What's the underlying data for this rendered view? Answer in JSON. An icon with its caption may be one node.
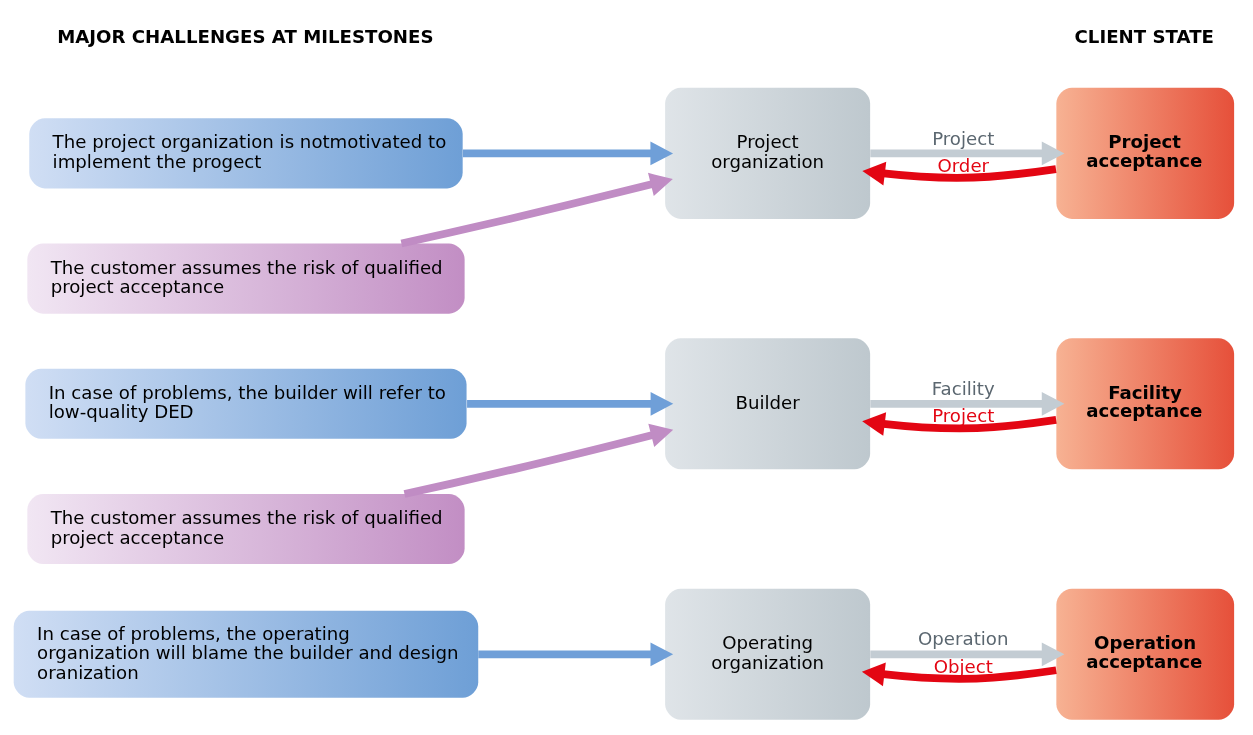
{
  "diagram": {
    "nodes": [
      {
        "text": [
          "Project acceptance"
        ]
      },
      {
        "text": [
          "Project organization"
        ]
      },
      {
        "text": [
          "The project organization is notmotivated to implement the progect"
        ]
      },
      {
        "text": [
          "The customer assumes the risk of qualified project acceptance"
        ]
      },
      {
        "text": [
          "Facility acceptance"
        ]
      },
      {
        "text": [
          "Builder"
        ]
      },
      {
        "text": [
          "In case of problems, the builder will refer to low-quality DED"
        ]
      },
      {
        "text": [
          "The customer assumes the risk of qualified project acceptance"
        ]
      },
      {
        "text": [
          "Operation acceptance"
        ]
      },
      {
        "text": [
          "Operating organization"
        ]
      },
      {
        "text": [
          "In case of problems, the operating organization will blame the builder and design oranization"
        ]
      }
    ],
    "edges": [
      {
        "from": 0,
        "to": 1,
        "arrow": "to",
        "label": "Order",
        "color": "#e30613"
      },
      {
        "from": 1,
        "to": 0,
        "arrow": "to",
        "label": "Project",
        "color": "#c3ccd3"
      },
      {
        "from": 2,
        "to": 1,
        "arrow": "to",
        "color": "#6f9fd8"
      },
      {
        "from": 3,
        "to": 1,
        "arrow": "to",
        "color": "#c08cc4"
      },
      {
        "from": 4,
        "to": 5,
        "arrow": "to",
        "label": "Project",
        "color": "#e30613"
      },
      {
        "from": 5,
        "to": 4,
        "arrow": "to",
        "label": "Facility",
        "color": "#c3ccd3"
      },
      {
        "from": 6,
        "to": 5,
        "arrow": "to",
        "color": "#6f9fd8"
      },
      {
        "from": 7,
        "to": 5,
        "arrow": "to",
        "color": "#c08cc4"
      },
      {
        "from": 8,
        "to": 9,
        "arrow": "to",
        "label": "Object",
        "color": "#e30613"
      },
      {
        "from": 9,
        "to": 8,
        "arrow": "to",
        "label": "Operation",
        "color": "#c3ccd3"
      },
      {
        "from": 10,
        "to": 9,
        "arrow": "to",
        "color": "#6f9fd8"
      }
    ],
    "labels": [
      "CLIENT STATE",
      "MAJOR CHALLENGES AT MILESTONES"
    ]
  }
}
